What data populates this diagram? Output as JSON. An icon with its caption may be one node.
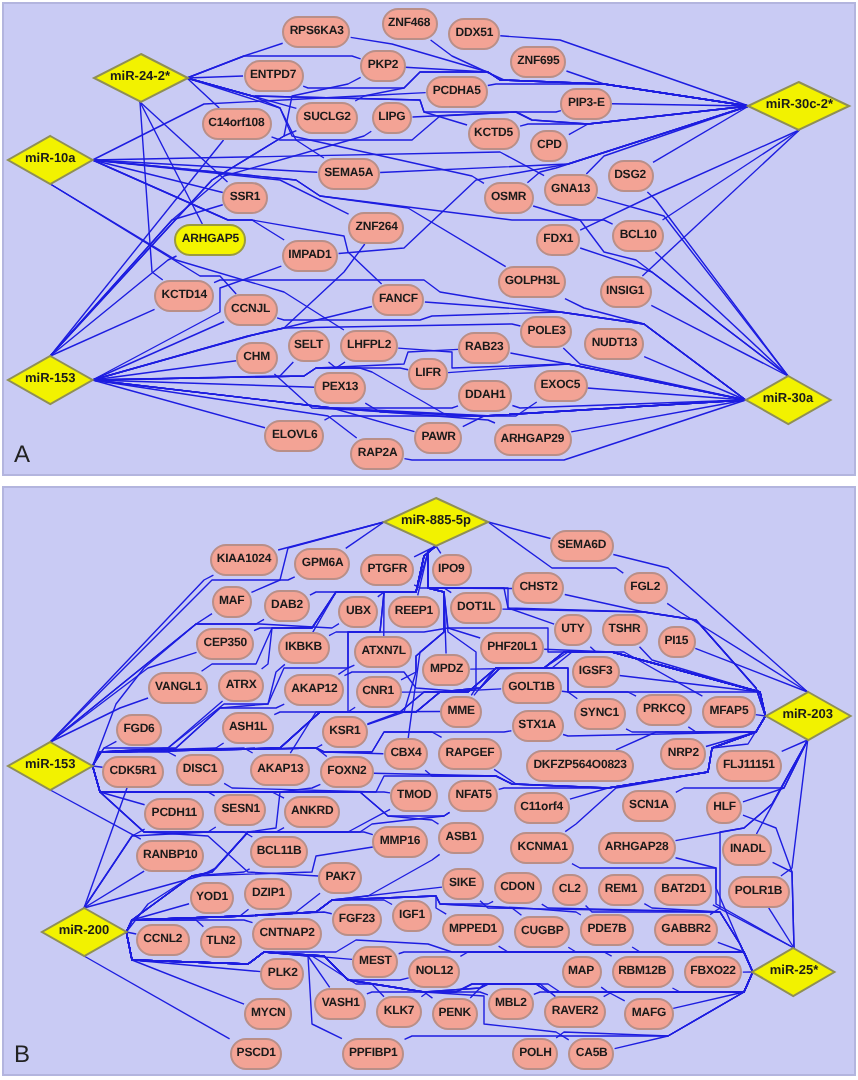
{
  "diagram": {
    "nodes": [
      {
        "text": [
          "A"
        ]
      },
      {
        "text": [
          "ZNF468"
        ],
        "in": 0
      },
      {
        "text": [
          "RPS6KA3"
        ],
        "in": 0
      },
      {
        "text": [
          "DDX51"
        ],
        "in": 0
      },
      {
        "text": [
          "PKP2"
        ],
        "in": 0
      },
      {
        "text": [
          "ZNF695"
        ],
        "in": 0
      },
      {
        "text": [
          "ENTPD7"
        ],
        "in": 0
      },
      {
        "text": [
          "miR-24-2*"
        ],
        "in": 0
      },
      {
        "text": [
          "PCDHA5"
        ],
        "in": 0
      },
      {
        "text": [
          "PIP3-E"
        ],
        "in": 0
      },
      {
        "text": [
          "miR-30c-2*"
        ],
        "in": 0
      },
      {
        "text": [
          "SUCLG2"
        ],
        "in": 0
      },
      {
        "text": [
          "LIPG"
        ],
        "in": 0
      },
      {
        "text": [
          "C14orf108"
        ],
        "in": 0
      },
      {
        "text": [
          "KCTD5"
        ],
        "in": 0
      },
      {
        "text": [
          "CPD"
        ],
        "in": 0
      },
      {
        "text": [
          "miR-10a"
        ],
        "in": 0
      },
      {
        "text": [
          "SEMA5A"
        ],
        "in": 0
      },
      {
        "text": [
          "DSG2"
        ],
        "in": 0
      },
      {
        "text": [
          "GNA13"
        ],
        "in": 0
      },
      {
        "text": [
          "SSR1"
        ],
        "in": 0
      },
      {
        "text": [
          "OSMR"
        ],
        "in": 0
      },
      {
        "text": [
          "ZNF264"
        ],
        "in": 0
      },
      {
        "text": [
          "ARHGAP5"
        ],
        "in": 0
      },
      {
        "text": [
          "FDX1"
        ],
        "in": 0
      },
      {
        "text": [
          "BCL10"
        ],
        "in": 0
      },
      {
        "text": [
          "IMPAD1"
        ],
        "in": 0
      },
      {
        "text": [
          "GOLPH3L"
        ],
        "in": 0
      },
      {
        "text": [
          "INSIG1"
        ],
        "in": 0
      },
      {
        "text": [
          "KCTD14"
        ],
        "in": 0
      },
      {
        "text": [
          "FANCF"
        ],
        "in": 0
      },
      {
        "text": [
          "CCNJL"
        ],
        "in": 0
      },
      {
        "text": [
          "POLE3"
        ],
        "in": 0
      },
      {
        "text": [
          "SELT"
        ],
        "in": 0
      },
      {
        "text": [
          "LHFPL2"
        ],
        "in": 0
      },
      {
        "text": [
          "RAB23"
        ],
        "in": 0
      },
      {
        "text": [
          "NUDT13"
        ],
        "in": 0
      },
      {
        "text": [
          "CHM"
        ],
        "in": 0
      },
      {
        "text": [
          "LIFR"
        ],
        "in": 0
      },
      {
        "text": [
          "miR-153"
        ],
        "in": 0
      },
      {
        "text": [
          "EXOC5"
        ],
        "in": 0
      },
      {
        "text": [
          "PEX13"
        ],
        "in": 0
      },
      {
        "text": [
          "miR-30a"
        ],
        "in": 0
      },
      {
        "text": [
          "DDAH1"
        ],
        "in": 0
      },
      {
        "text": [
          "ARHGAP29"
        ],
        "in": 0
      },
      {
        "text": [
          "ELOVL6"
        ],
        "in": 0
      },
      {
        "text": [
          "PAWR"
        ],
        "in": 0
      },
      {
        "text": [
          "RAP2A"
        ],
        "in": 0
      },
      {
        "text": [
          "B"
        ]
      },
      {
        "text": [
          "miR-885-5p"
        ],
        "in": 48
      },
      {
        "text": [
          "SEMA6D"
        ],
        "in": 48
      },
      {
        "text": [
          "FGL2"
        ],
        "in": 48
      },
      {
        "text": [
          "KIAA1024"
        ],
        "in": 48
      },
      {
        "text": [
          "IPO9"
        ],
        "in": 48
      },
      {
        "text": [
          "CHST2"
        ],
        "in": 48
      },
      {
        "text": [
          "GPM6A"
        ],
        "in": 48
      },
      {
        "text": [
          "PTGFR"
        ],
        "in": 48
      },
      {
        "text": [
          "DOT1L"
        ],
        "in": 48
      },
      {
        "text": [
          "MAF"
        ],
        "in": 48
      },
      {
        "text": [
          "DAB2"
        ],
        "in": 48
      },
      {
        "text": [
          "REEP1"
        ],
        "in": 48
      },
      {
        "text": [
          "PI15"
        ],
        "in": 48
      },
      {
        "text": [
          "UTY"
        ],
        "in": 48
      },
      {
        "text": [
          "UBX"
        ],
        "in": 48
      },
      {
        "text": [
          "CEP350"
        ],
        "in": 48
      },
      {
        "text": [
          "IKBKB"
        ],
        "in": 48
      },
      {
        "text": [
          "MPDZ"
        ],
        "in": 48
      },
      {
        "text": [
          "PHF20L1"
        ],
        "in": 48
      },
      {
        "text": [
          "ATXN7L"
        ],
        "in": 48
      },
      {
        "text": [
          "TSHR"
        ],
        "in": 48
      },
      {
        "text": [
          "VANGL1"
        ],
        "in": 48
      },
      {
        "text": [
          "IGSF3"
        ],
        "in": 48
      },
      {
        "text": [
          "ATRX"
        ],
        "in": 48
      },
      {
        "text": [
          "AKAP12"
        ],
        "in": 48
      },
      {
        "text": [
          "GOLT1B"
        ],
        "in": 48
      },
      {
        "text": [
          "MME"
        ],
        "in": 48
      },
      {
        "text": [
          "miR-203"
        ],
        "in": 48
      },
      {
        "text": [
          "CNR1"
        ],
        "in": 48
      },
      {
        "text": [
          "FGD6"
        ],
        "in": 48
      },
      {
        "text": [
          "ASH1L"
        ],
        "in": 48
      },
      {
        "text": [
          "PRKCQ"
        ],
        "in": 48
      },
      {
        "text": [
          "MFAP5"
        ],
        "in": 48
      },
      {
        "text": [
          "SYNC1"
        ],
        "in": 48
      },
      {
        "text": [
          "KSR1"
        ],
        "in": 48
      },
      {
        "text": [
          "STX1A"
        ],
        "in": 48
      },
      {
        "text": [
          "CBX4"
        ],
        "in": 48
      },
      {
        "text": [
          "AKAP13"
        ],
        "in": 48
      },
      {
        "text": [
          "RAPGEF"
        ],
        "in": 48
      },
      {
        "text": [
          "C11orf4"
        ],
        "in": 48
      },
      {
        "text": [
          "miR-153"
        ],
        "in": 48
      },
      {
        "text": [
          "DISC1"
        ],
        "in": 48
      },
      {
        "text": [
          "FLJ11151"
        ],
        "in": 48
      },
      {
        "text": [
          "DKFZP564O0823"
        ],
        "in": 48
      },
      {
        "text": [
          "NRP2"
        ],
        "in": 48
      },
      {
        "text": [
          "SCN1A"
        ],
        "in": 48
      },
      {
        "text": [
          "TMOD"
        ],
        "in": 48
      },
      {
        "text": [
          "CDK5R1"
        ],
        "in": 48
      },
      {
        "text": [
          "NFAT5"
        ],
        "in": 48
      },
      {
        "text": [
          "FOXN2"
        ],
        "in": 48
      },
      {
        "text": [
          "PCDH11"
        ],
        "in": 48
      },
      {
        "text": [
          "SESN1"
        ],
        "in": 48
      },
      {
        "text": [
          "HLF"
        ],
        "in": 48
      },
      {
        "text": [
          "ARHGAP28"
        ],
        "in": 48
      },
      {
        "text": [
          "KCNMA1"
        ],
        "in": 48
      },
      {
        "text": [
          "CL2"
        ],
        "in": 48
      },
      {
        "text": [
          "ANKRD"
        ],
        "in": 48
      },
      {
        "text": [
          "RANBP10"
        ],
        "in": 48
      },
      {
        "text": [
          "ASB1"
        ],
        "in": 48
      },
      {
        "text": [
          "REM1"
        ],
        "in": 48
      },
      {
        "text": [
          "BAT2D1"
        ],
        "in": 48
      },
      {
        "text": [
          "INADL"
        ],
        "in": 48
      },
      {
        "text": [
          "MMP16"
        ],
        "in": 48
      },
      {
        "text": [
          "BCL11B"
        ],
        "in": 48
      },
      {
        "text": [
          "YOD1"
        ],
        "in": 48
      },
      {
        "text": [
          "POLR1B"
        ],
        "in": 48
      },
      {
        "text": [
          "CDON"
        ],
        "in": 48
      },
      {
        "text": [
          "PAK7"
        ],
        "in": 48
      },
      {
        "text": [
          "SIKE"
        ],
        "in": 48
      },
      {
        "text": [
          "GABBR2"
        ],
        "in": 48
      },
      {
        "text": [
          "DZIP1"
        ],
        "in": 48
      },
      {
        "text": [
          "PDE7B"
        ],
        "in": 48
      },
      {
        "text": [
          "CCNL2"
        ],
        "in": 48
      },
      {
        "text": [
          "CUGBP"
        ],
        "in": 48
      },
      {
        "text": [
          "IGF1"
        ],
        "in": 48
      },
      {
        "text": [
          "CNTNAP2"
        ],
        "in": 48
      },
      {
        "text": [
          "FGF23"
        ],
        "in": 48
      },
      {
        "text": [
          "TLN2"
        ],
        "in": 48
      },
      {
        "text": [
          "RBM12B"
        ],
        "in": 48
      },
      {
        "text": [
          "MAP"
        ],
        "in": 48
      },
      {
        "text": [
          "miR-200"
        ],
        "in": 48
      },
      {
        "text": [
          "MPPED1"
        ],
        "in": 48
      },
      {
        "text": [
          "FBXO22"
        ],
        "in": 48
      },
      {
        "text": [
          "MEST"
        ],
        "in": 48
      },
      {
        "text": [
          "RAVER2"
        ],
        "in": 48
      },
      {
        "text": [
          "MAFG"
        ],
        "in": 48
      },
      {
        "text": [
          "NOL12"
        ],
        "in": 48
      },
      {
        "text": [
          "miR-25*"
        ],
        "in": 48
      },
      {
        "text": [
          "PLK2"
        ],
        "in": 48
      },
      {
        "text": [
          "PENK"
        ],
        "in": 48
      },
      {
        "text": [
          "KLK7"
        ],
        "in": 48
      },
      {
        "text": [
          "VASH1"
        ],
        "in": 48
      },
      {
        "text": [
          "MBL2"
        ],
        "in": 48
      },
      {
        "text": [
          "MYCN"
        ],
        "in": 48
      },
      {
        "text": [
          "CA5B"
        ],
        "in": 48
      },
      {
        "text": [
          "PSCD1"
        ],
        "in": 48
      },
      {
        "text": [
          "PPFIBP1"
        ],
        "in": 48
      },
      {
        "text": [
          "POLH"
        ],
        "in": 48
      }
    ],
    "edges": [
      {
        "from": 7,
        "to": 6,
        "arrow": "none"
      },
      {
        "from": 7,
        "to": 2,
        "arrow": "none"
      },
      {
        "from": 7,
        "to": 13,
        "arrow": "none"
      },
      {
        "from": 7,
        "to": 11,
        "arrow": "none"
      },
      {
        "from": 7,
        "to": 4,
        "arrow": "none"
      },
      {
        "from": 7,
        "to": 17,
        "arrow": "none"
      },
      {
        "from": 7,
        "to": 20,
        "arrow": "none"
      },
      {
        "from": 7,
        "to": 23,
        "arrow": "none"
      },
      {
        "from": 7,
        "to": 29,
        "arrow": "none"
      },
      {
        "from": 7,
        "to": 9,
        "arrow": "none"
      },
      {
        "from": 7,
        "to": 14,
        "arrow": "none"
      },
      {
        "from": 7,
        "to": 21,
        "arrow": "none"
      },
      {
        "from": 16,
        "to": 17,
        "arrow": "none"
      },
      {
        "from": 16,
        "to": 20,
        "arrow": "none"
      },
      {
        "from": 16,
        "to": 22,
        "arrow": "none"
      },
      {
        "from": 16,
        "to": 26,
        "arrow": "none"
      },
      {
        "from": 16,
        "to": 31,
        "arrow": "none"
      },
      {
        "from": 16,
        "to": 30,
        "arrow": "none"
      },
      {
        "from": 16,
        "to": 34,
        "arrow": "none"
      },
      {
        "from": 16,
        "to": 19,
        "arrow": "none"
      },
      {
        "from": 16,
        "to": 25,
        "arrow": "none"
      },
      {
        "from": 16,
        "to": 27,
        "arrow": "none"
      },
      {
        "from": 16,
        "to": 8,
        "arrow": "none"
      },
      {
        "from": 39,
        "to": 13,
        "arrow": "none"
      },
      {
        "from": 39,
        "to": 20,
        "arrow": "none"
      },
      {
        "from": 39,
        "to": 29,
        "arrow": "none"
      },
      {
        "from": 39,
        "to": 31,
        "arrow": "none"
      },
      {
        "from": 39,
        "to": 37,
        "arrow": "none"
      },
      {
        "from": 39,
        "to": 33,
        "arrow": "none"
      },
      {
        "from": 39,
        "to": 41,
        "arrow": "none"
      },
      {
        "from": 39,
        "to": 45,
        "arrow": "none"
      },
      {
        "from": 39,
        "to": 47,
        "arrow": "none"
      },
      {
        "from": 39,
        "to": 34,
        "arrow": "none"
      },
      {
        "from": 39,
        "to": 38,
        "arrow": "none"
      },
      {
        "from": 39,
        "to": 35,
        "arrow": "none"
      },
      {
        "from": 39,
        "to": 43,
        "arrow": "none"
      },
      {
        "from": 39,
        "to": 44,
        "arrow": "none"
      },
      {
        "from": 39,
        "to": 46,
        "arrow": "none"
      },
      {
        "from": 39,
        "to": 40,
        "arrow": "none"
      },
      {
        "from": 39,
        "to": 32,
        "arrow": "none"
      },
      {
        "from": 39,
        "to": 26,
        "arrow": "none"
      },
      {
        "from": 39,
        "to": 30,
        "arrow": "none"
      },
      {
        "from": 39,
        "to": 22,
        "arrow": "none"
      },
      {
        "from": 39,
        "to": 12,
        "arrow": "none"
      },
      {
        "from": 39,
        "to": 11,
        "arrow": "none"
      },
      {
        "from": 39,
        "to": 23,
        "arrow": "none"
      },
      {
        "from": 39,
        "to": 4,
        "arrow": "none"
      },
      {
        "from": 10,
        "to": 3,
        "arrow": "none"
      },
      {
        "from": 10,
        "to": 5,
        "arrow": "none"
      },
      {
        "from": 10,
        "to": 9,
        "arrow": "none"
      },
      {
        "from": 10,
        "to": 15,
        "arrow": "none"
      },
      {
        "from": 10,
        "to": 18,
        "arrow": "none"
      },
      {
        "from": 10,
        "to": 19,
        "arrow": "none"
      },
      {
        "from": 10,
        "to": 14,
        "arrow": "none"
      },
      {
        "from": 10,
        "to": 8,
        "arrow": "none"
      },
      {
        "from": 10,
        "to": 1,
        "arrow": "none"
      },
      {
        "from": 10,
        "to": 2,
        "arrow": "none"
      },
      {
        "from": 10,
        "to": 4,
        "arrow": "none"
      },
      {
        "from": 10,
        "to": 12,
        "arrow": "none"
      },
      {
        "from": 10,
        "to": 21,
        "arrow": "none"
      },
      {
        "from": 10,
        "to": 24,
        "arrow": "none"
      },
      {
        "from": 10,
        "to": 25,
        "arrow": "none"
      },
      {
        "from": 10,
        "to": 28,
        "arrow": "none"
      },
      {
        "from": 10,
        "to": 11,
        "arrow": "none"
      },
      {
        "from": 10,
        "to": 6,
        "arrow": "none"
      },
      {
        "from": 10,
        "to": 13,
        "arrow": "none"
      },
      {
        "from": 10,
        "to": 17,
        "arrow": "none"
      },
      {
        "from": 10,
        "to": 26,
        "arrow": "none"
      },
      {
        "from": 42,
        "to": 36,
        "arrow": "none"
      },
      {
        "from": 42,
        "to": 40,
        "arrow": "none"
      },
      {
        "from": 42,
        "to": 43,
        "arrow": "none"
      },
      {
        "from": 42,
        "to": 44,
        "arrow": "none"
      },
      {
        "from": 42,
        "to": 28,
        "arrow": "none"
      },
      {
        "from": 42,
        "to": 25,
        "arrow": "none"
      },
      {
        "from": 42,
        "to": 24,
        "arrow": "none"
      },
      {
        "from": 42,
        "to": 27,
        "arrow": "none"
      },
      {
        "from": 42,
        "to": 32,
        "arrow": "none"
      },
      {
        "from": 42,
        "to": 35,
        "arrow": "none"
      },
      {
        "from": 42,
        "to": 38,
        "arrow": "none"
      },
      {
        "from": 42,
        "to": 46,
        "arrow": "none"
      },
      {
        "from": 42,
        "to": 47,
        "arrow": "none"
      },
      {
        "from": 42,
        "to": 34,
        "arrow": "none"
      },
      {
        "from": 42,
        "to": 33,
        "arrow": "none"
      },
      {
        "from": 42,
        "to": 30,
        "arrow": "none"
      },
      {
        "from": 42,
        "to": 21,
        "arrow": "none"
      },
      {
        "from": 42,
        "to": 18,
        "arrow": "none"
      },
      {
        "from": 42,
        "to": 31,
        "arrow": "none"
      },
      {
        "from": 42,
        "to": 37,
        "arrow": "none"
      },
      {
        "from": 42,
        "to": 29,
        "arrow": "none"
      },
      {
        "from": 42,
        "to": 41,
        "arrow": "none"
      },
      {
        "from": 42,
        "to": 45,
        "arrow": "none"
      },
      {
        "from": 42,
        "to": 19,
        "arrow": "none"
      },
      {
        "from": 49,
        "to": 52,
        "arrow": "none"
      },
      {
        "from": 49,
        "to": 55,
        "arrow": "none"
      },
      {
        "from": 49,
        "to": 56,
        "arrow": "none"
      },
      {
        "from": 49,
        "to": 53,
        "arrow": "none"
      },
      {
        "from": 49,
        "to": 54,
        "arrow": "none"
      },
      {
        "from": 49,
        "to": 57,
        "arrow": "none"
      },
      {
        "from": 49,
        "to": 58,
        "arrow": "none"
      },
      {
        "from": 49,
        "to": 59,
        "arrow": "none"
      },
      {
        "from": 49,
        "to": 60,
        "arrow": "none"
      },
      {
        "from": 49,
        "to": 63,
        "arrow": "none"
      },
      {
        "from": 49,
        "to": 64,
        "arrow": "none"
      },
      {
        "from": 49,
        "to": 65,
        "arrow": "none"
      },
      {
        "from": 49,
        "to": 66,
        "arrow": "none"
      },
      {
        "from": 49,
        "to": 68,
        "arrow": "none"
      },
      {
        "from": 49,
        "to": 70,
        "arrow": "none"
      },
      {
        "from": 49,
        "to": 72,
        "arrow": "none"
      },
      {
        "from": 49,
        "to": 73,
        "arrow": "none"
      },
      {
        "from": 49,
        "to": 77,
        "arrow": "none"
      },
      {
        "from": 49,
        "to": 83,
        "arrow": "none"
      },
      {
        "from": 49,
        "to": 50,
        "arrow": "none"
      },
      {
        "from": 49,
        "to": 51,
        "arrow": "none"
      },
      {
        "from": 49,
        "to": 62,
        "arrow": "none"
      },
      {
        "from": 49,
        "to": 67,
        "arrow": "none"
      },
      {
        "from": 49,
        "to": 75,
        "arrow": "none"
      },
      {
        "from": 49,
        "to": 85,
        "arrow": "none"
      },
      {
        "from": 49,
        "to": 86,
        "arrow": "none"
      },
      {
        "from": 76,
        "to": 50,
        "arrow": "none"
      },
      {
        "from": 76,
        "to": 51,
        "arrow": "none"
      },
      {
        "from": 76,
        "to": 54,
        "arrow": "none"
      },
      {
        "from": 76,
        "to": 61,
        "arrow": "none"
      },
      {
        "from": 76,
        "to": 62,
        "arrow": "none"
      },
      {
        "from": 76,
        "to": 69,
        "arrow": "none"
      },
      {
        "from": 76,
        "to": 71,
        "arrow": "none"
      },
      {
        "from": 76,
        "to": 74,
        "arrow": "none"
      },
      {
        "from": 76,
        "to": 80,
        "arrow": "none"
      },
      {
        "from": 76,
        "to": 81,
        "arrow": "none"
      },
      {
        "from": 76,
        "to": 82,
        "arrow": "none"
      },
      {
        "from": 76,
        "to": 84,
        "arrow": "none"
      },
      {
        "from": 76,
        "to": 91,
        "arrow": "none"
      },
      {
        "from": 76,
        "to": 93,
        "arrow": "none"
      },
      {
        "from": 76,
        "to": 94,
        "arrow": "none"
      },
      {
        "from": 76,
        "to": 92,
        "arrow": "none"
      },
      {
        "from": 76,
        "to": 88,
        "arrow": "none"
      },
      {
        "from": 76,
        "to": 87,
        "arrow": "none"
      },
      {
        "from": 76,
        "to": 85,
        "arrow": "none"
      },
      {
        "from": 76,
        "to": 75,
        "arrow": "none"
      },
      {
        "from": 76,
        "to": 67,
        "arrow": "none"
      },
      {
        "from": 76,
        "to": 66,
        "arrow": "none"
      },
      {
        "from": 76,
        "to": 57,
        "arrow": "none"
      },
      {
        "from": 76,
        "to": 73,
        "arrow": "none"
      },
      {
        "from": 76,
        "to": 77,
        "arrow": "none"
      },
      {
        "from": 76,
        "to": 83,
        "arrow": "none"
      },
      {
        "from": 76,
        "to": 97,
        "arrow": "none"
      },
      {
        "from": 76,
        "to": 101,
        "arrow": "none"
      },
      {
        "from": 76,
        "to": 102,
        "arrow": "none"
      },
      {
        "from": 76,
        "to": 103,
        "arrow": "none"
      },
      {
        "from": 76,
        "to": 110,
        "arrow": "none"
      },
      {
        "from": 76,
        "to": 114,
        "arrow": "none"
      },
      {
        "from": 76,
        "to": 118,
        "arrow": "none"
      },
      {
        "from": 76,
        "to": 56,
        "arrow": "none"
      },
      {
        "from": 76,
        "to": 65,
        "arrow": "none"
      },
      {
        "from": 76,
        "to": 79,
        "arrow": "none"
      },
      {
        "from": 76,
        "to": 90,
        "arrow": "none"
      },
      {
        "from": 76,
        "to": 98,
        "arrow": "none"
      },
      {
        "from": 89,
        "to": 52,
        "arrow": "none"
      },
      {
        "from": 89,
        "to": 58,
        "arrow": "none"
      },
      {
        "from": 89,
        "to": 64,
        "arrow": "none"
      },
      {
        "from": 89,
        "to": 70,
        "arrow": "none"
      },
      {
        "from": 89,
        "to": 72,
        "arrow": "none"
      },
      {
        "from": 89,
        "to": 78,
        "arrow": "none"
      },
      {
        "from": 89,
        "to": 79,
        "arrow": "none"
      },
      {
        "from": 89,
        "to": 90,
        "arrow": "none"
      },
      {
        "from": 89,
        "to": 96,
        "arrow": "none"
      },
      {
        "from": 89,
        "to": 99,
        "arrow": "none"
      },
      {
        "from": 89,
        "to": 100,
        "arrow": "none"
      },
      {
        "from": 89,
        "to": 106,
        "arrow": "none"
      },
      {
        "from": 89,
        "to": 73,
        "arrow": "none"
      },
      {
        "from": 89,
        "to": 86,
        "arrow": "none"
      },
      {
        "from": 89,
        "to": 83,
        "arrow": "none"
      },
      {
        "from": 89,
        "to": 77,
        "arrow": "none"
      },
      {
        "from": 89,
        "to": 65,
        "arrow": "none"
      },
      {
        "from": 89,
        "to": 59,
        "arrow": "none"
      },
      {
        "from": 89,
        "to": 55,
        "arrow": "none"
      },
      {
        "from": 89,
        "to": 63,
        "arrow": "none"
      },
      {
        "from": 89,
        "to": 68,
        "arrow": "none"
      },
      {
        "from": 89,
        "to": 75,
        "arrow": "none"
      },
      {
        "from": 89,
        "to": 85,
        "arrow": "none"
      },
      {
        "from": 89,
        "to": 87,
        "arrow": "none"
      },
      {
        "from": 89,
        "to": 97,
        "arrow": "none"
      },
      {
        "from": 89,
        "to": 107,
        "arrow": "none"
      },
      {
        "from": 89,
        "to": 111,
        "arrow": "none"
      },
      {
        "from": 89,
        "to": 116,
        "arrow": "none"
      },
      {
        "from": 89,
        "to": 105,
        "arrow": "none"
      },
      {
        "from": 89,
        "to": 112,
        "arrow": "none"
      },
      {
        "from": 89,
        "to": 74,
        "arrow": "none"
      },
      {
        "from": 89,
        "to": 84,
        "arrow": "none"
      },
      {
        "from": 89,
        "to": 82,
        "arrow": "none"
      },
      {
        "from": 89,
        "to": 80,
        "arrow": "none"
      },
      {
        "from": 89,
        "to": 81,
        "arrow": "none"
      },
      {
        "from": 89,
        "to": 95,
        "arrow": "none"
      },
      {
        "from": 89,
        "to": 98,
        "arrow": "none"
      },
      {
        "from": 129,
        "to": 96,
        "arrow": "none"
      },
      {
        "from": 129,
        "to": 99,
        "arrow": "none"
      },
      {
        "from": 129,
        "to": 100,
        "arrow": "none"
      },
      {
        "from": 129,
        "to": 106,
        "arrow": "none"
      },
      {
        "from": 129,
        "to": 113,
        "arrow": "none"
      },
      {
        "from": 129,
        "to": 121,
        "arrow": "none"
      },
      {
        "from": 129,
        "to": 119,
        "arrow": "none"
      },
      {
        "from": 129,
        "to": 126,
        "arrow": "none"
      },
      {
        "from": 129,
        "to": 124,
        "arrow": "none"
      },
      {
        "from": 129,
        "to": 125,
        "arrow": "none"
      },
      {
        "from": 129,
        "to": 123,
        "arrow": "none"
      },
      {
        "from": 129,
        "to": 132,
        "arrow": "none"
      },
      {
        "from": 129,
        "to": 137,
        "arrow": "none"
      },
      {
        "from": 129,
        "to": 142,
        "arrow": "none"
      },
      {
        "from": 129,
        "to": 144,
        "arrow": "none"
      },
      {
        "from": 129,
        "to": 140,
        "arrow": "none"
      },
      {
        "from": 129,
        "to": 139,
        "arrow": "none"
      },
      {
        "from": 129,
        "to": 135,
        "arrow": "none"
      },
      {
        "from": 129,
        "to": 145,
        "arrow": "none"
      },
      {
        "from": 129,
        "to": 112,
        "arrow": "none"
      },
      {
        "from": 129,
        "to": 116,
        "arrow": "none"
      },
      {
        "from": 129,
        "to": 105,
        "arrow": "none"
      },
      {
        "from": 129,
        "to": 111,
        "arrow": "none"
      },
      {
        "from": 129,
        "to": 117,
        "arrow": "none"
      },
      {
        "from": 129,
        "to": 130,
        "arrow": "none"
      },
      {
        "from": 129,
        "to": 138,
        "arrow": "none"
      },
      {
        "from": 129,
        "to": 141,
        "arrow": "none"
      },
      {
        "from": 129,
        "to": 143,
        "arrow": "none"
      },
      {
        "from": 129,
        "to": 120,
        "arrow": "none"
      },
      {
        "from": 129,
        "to": 122,
        "arrow": "none"
      },
      {
        "from": 129,
        "to": 127,
        "arrow": "none"
      },
      {
        "from": 129,
        "to": 133,
        "arrow": "none"
      },
      {
        "from": 129,
        "to": 134,
        "arrow": "none"
      },
      {
        "from": 129,
        "to": 115,
        "arrow": "none"
      },
      {
        "from": 129,
        "to": 107,
        "arrow": "none"
      },
      {
        "from": 129,
        "to": 95,
        "arrow": "none"
      },
      {
        "from": 129,
        "to": 98,
        "arrow": "none"
      },
      {
        "from": 129,
        "to": 97,
        "arrow": "none"
      },
      {
        "from": 136,
        "to": 101,
        "arrow": "none"
      },
      {
        "from": 136,
        "to": 110,
        "arrow": "none"
      },
      {
        "from": 136,
        "to": 114,
        "arrow": "none"
      },
      {
        "from": 136,
        "to": 118,
        "arrow": "none"
      },
      {
        "from": 136,
        "to": 127,
        "arrow": "none"
      },
      {
        "from": 136,
        "to": 131,
        "arrow": "none"
      },
      {
        "from": 136,
        "to": 134,
        "arrow": "none"
      },
      {
        "from": 136,
        "to": 133,
        "arrow": "none"
      },
      {
        "from": 136,
        "to": 143,
        "arrow": "none"
      },
      {
        "from": 136,
        "to": 146,
        "arrow": "none"
      },
      {
        "from": 136,
        "to": 141,
        "arrow": "none"
      },
      {
        "from": 136,
        "to": 138,
        "arrow": "none"
      },
      {
        "from": 136,
        "to": 128,
        "arrow": "none"
      },
      {
        "from": 136,
        "to": 120,
        "arrow": "none"
      },
      {
        "from": 136,
        "to": 122,
        "arrow": "none"
      },
      {
        "from": 136,
        "to": 102,
        "arrow": "none"
      },
      {
        "from": 136,
        "to": 109,
        "arrow": "none"
      },
      {
        "from": 136,
        "to": 108,
        "arrow": "none"
      },
      {
        "from": 136,
        "to": 104,
        "arrow": "none"
      },
      {
        "from": 136,
        "to": 103,
        "arrow": "none"
      },
      {
        "from": 136,
        "to": 115,
        "arrow": "none"
      },
      {
        "from": 136,
        "to": 117,
        "arrow": "none"
      },
      {
        "from": 136,
        "to": 130,
        "arrow": "none"
      },
      {
        "from": 136,
        "to": 135,
        "arrow": "none"
      },
      {
        "from": 136,
        "to": 139,
        "arrow": "none"
      },
      {
        "from": 136,
        "to": 145,
        "arrow": "none"
      },
      {
        "from": 136,
        "to": 140,
        "arrow": "none"
      },
      {
        "from": 136,
        "to": 132,
        "arrow": "none"
      }
    ]
  }
}
